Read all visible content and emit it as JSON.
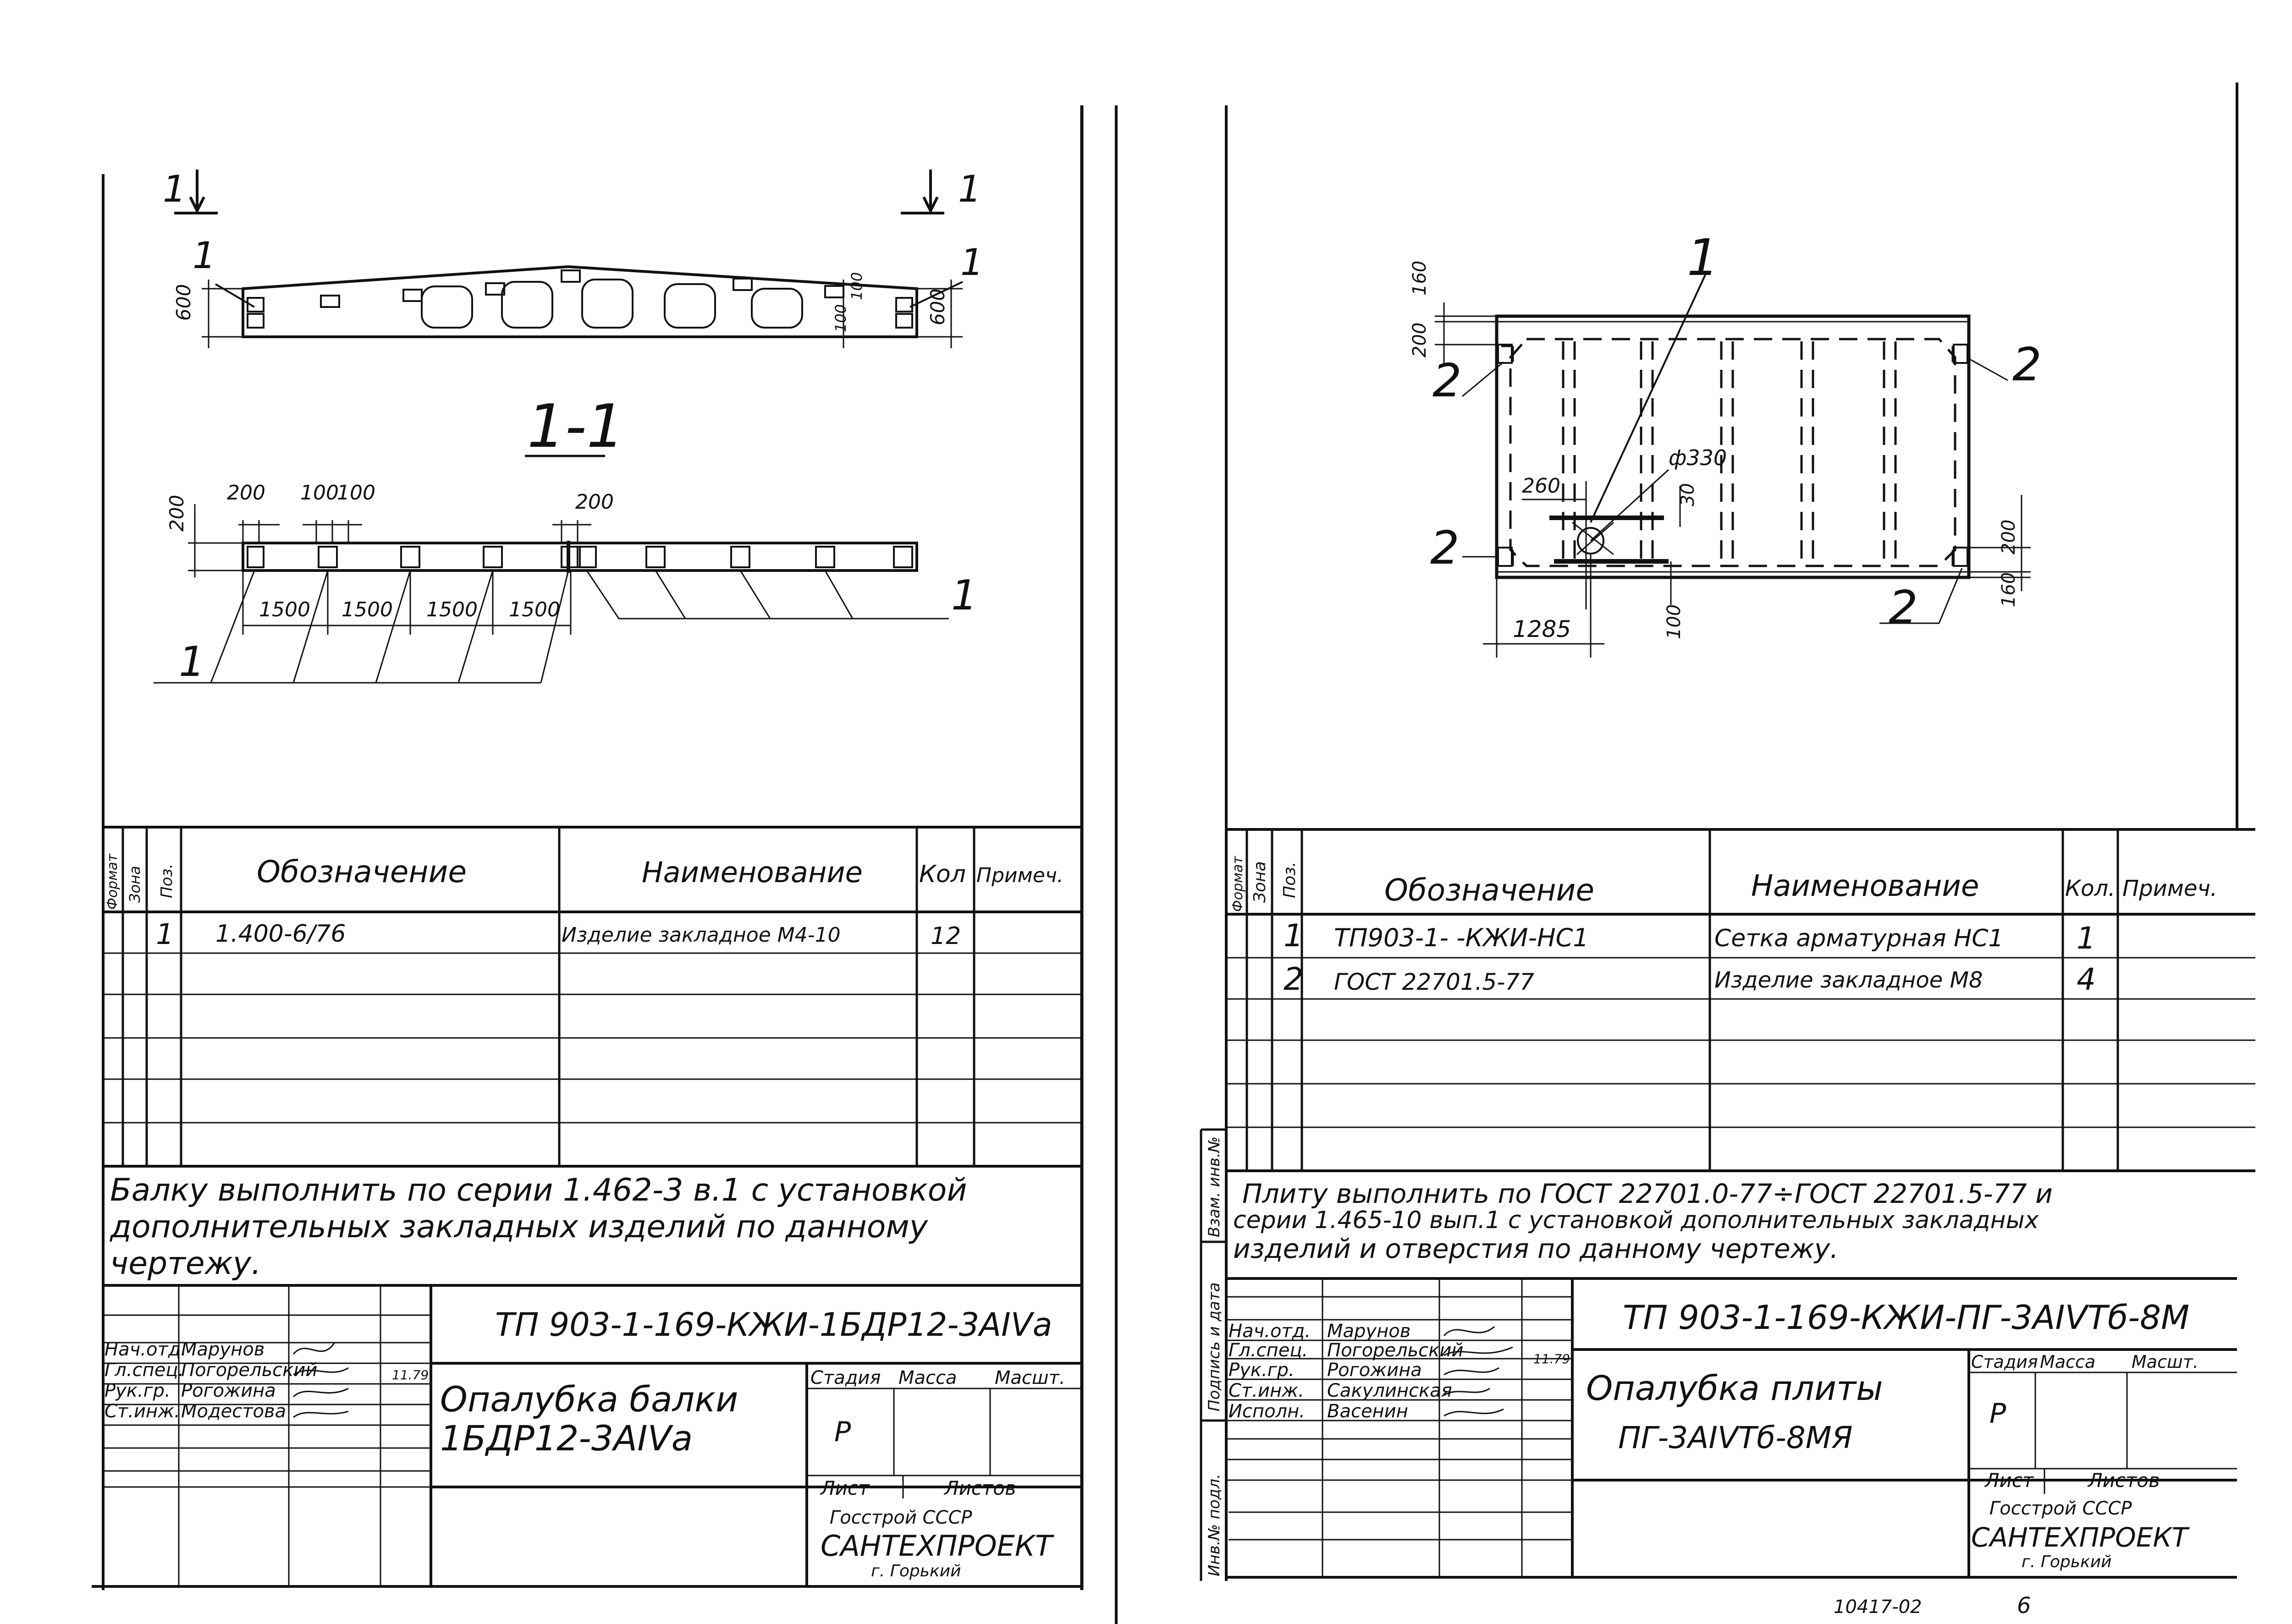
{
  "left": {
    "section_mark_left": "1",
    "section_mark_right": "1",
    "leader_labels": [
      "1",
      "1",
      "1",
      "1"
    ],
    "dim_600_left": "600",
    "dim_600_right": "600",
    "dim_100_a": "100",
    "dim_100_b": "100",
    "section_title": "1-1",
    "dims_top": [
      "200",
      "100",
      "100",
      "200"
    ],
    "dim_200_vert": "200",
    "dims_spacing": [
      "1500",
      "1500",
      "1500",
      "1500"
    ],
    "table": {
      "headers": [
        "Формат",
        "Зона",
        "Поз.",
        "Обозначение",
        "Наименование",
        "Кол",
        "Примеч."
      ],
      "rows": [
        {
          "pos": "1",
          "designation": "1.400-6/76",
          "name": "Изделие закладное  М4-10",
          "qty": "12"
        }
      ]
    },
    "note": [
      "Балку выполнить по серии 1.462-3 в.1 с установкой",
      "дополнительных закладных изделий по данному",
      "чертежу."
    ],
    "stamp": {
      "code": "ТП 903-1-169-КЖИ-1БДР12-3АIVа",
      "roles": [
        "Нач.отд.",
        "Гл.спец.",
        "Рук.гр.",
        "Ст.инж."
      ],
      "names": [
        "Марунов",
        "Погорельский",
        "Рогожина",
        "Модестова"
      ],
      "date": "11.79",
      "title_line1": "Опалубка балки",
      "title_line2": "1БДР12-3АIVа",
      "stage_label": "Стадия",
      "mass_label": "Масса",
      "scale_label": "Масшт.",
      "stage_value": "Р",
      "sheet_label": "Лист",
      "sheets_label": "Листов",
      "org_line1": "Госстрой СССР",
      "org_line2": "САНТЕХПРОЕКТ",
      "org_line3": "г. Горький"
    }
  },
  "right": {
    "dims_top": [
      "200",
      "160"
    ],
    "leader_label_1": "1",
    "labels_2": [
      "2",
      "2",
      "2",
      "2"
    ],
    "dim_phi": "ф330",
    "dim_260": "260",
    "dim_30": "30",
    "dim_1285": "1285",
    "dim_100": "100",
    "dims_right": [
      "200",
      "160"
    ],
    "table": {
      "headers": [
        "Формат",
        "Зона",
        "Поз.",
        "Обозначение",
        "Наименование",
        "Кол.",
        "Примеч."
      ],
      "rows": [
        {
          "pos": "1",
          "designation": "ТП903-1-     -КЖИ-НС1",
          "name": "Сетка арматурная НС1",
          "qty": "1"
        },
        {
          "pos": "2",
          "designation": "ГОСТ 22701.5-77",
          "name": "Изделие закладное  М8",
          "qty": "4"
        }
      ]
    },
    "side_labels": [
      "Взам. инв.№",
      "Подпись и дата",
      "Инв.№ подл."
    ],
    "note": [
      "Плиту выполнить по ГОСТ 22701.0-77÷ГОСТ 22701.5-77 и",
      "серии 1.465-10 вып.1 с установкой дополнительных закладных",
      "изделий и отверстия по данному чертежу."
    ],
    "stamp": {
      "code": "ТП 903-1-169-КЖИ-ПГ-3АIVТб-8М",
      "roles": [
        "Нач.отд.",
        "Гл.спец.",
        "Рук.гр.",
        "Ст.инж.",
        "Исполн."
      ],
      "names": [
        "Марунов",
        "Погорельский",
        "Рогожина",
        "Сакулинская",
        "Васенин"
      ],
      "date": "11.79",
      "title_line1": "Опалубка плиты",
      "title_line2": "ПГ-3АIVТб-8МЯ",
      "stage_label": "Стадия",
      "mass_label": "Масса",
      "scale_label": "Масшт.",
      "stage_value": "Р",
      "sheet_label": "Лист",
      "sheets_label": "Листов",
      "org_line1": "Госстрой СССР",
      "org_line2": "САНТЕХПРОЕКТ",
      "org_line3": "г. Горький"
    },
    "footer_fragment": "10417-02",
    "footer_sheet": "6"
  }
}
